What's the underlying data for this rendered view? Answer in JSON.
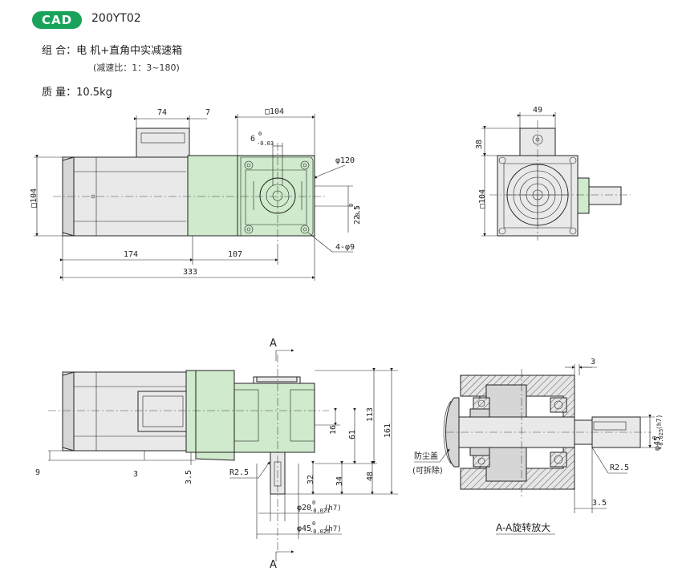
{
  "header": {
    "badge": "CAD",
    "model": "200YT02",
    "combination": "组 合：电 机+直角中实减速箱",
    "ratio": "(减速比：1：3~180)",
    "mass": "质 量：10.5kg"
  },
  "dims": {
    "d74": "74",
    "d7": "7",
    "sq104_top": "□104",
    "d6": "6",
    "tol6_up": "0",
    "tol6_dn": "-0.03",
    "phi120": "φ120",
    "d22": "22.5",
    "tol22_up": "0",
    "tol22_dn": "-0.1",
    "holes": "4-φ9",
    "sq104_left": "□104",
    "d174": "174",
    "d107": "107",
    "d333": "333",
    "d49": "49",
    "d38": "38",
    "sq104_side": "□104",
    "sec_a_top": "A",
    "sec_a_bot": "A",
    "d113": "113",
    "d161": "161",
    "d16": "16",
    "d61": "61",
    "d9": "9",
    "d3": "3",
    "d35": "3.5",
    "r25": "R2.5",
    "d32": "32",
    "d34": "34",
    "d48": "48",
    "phi20": "φ20",
    "phi20_up": "0",
    "phi20_dn": "-0.021",
    "phi20_fit": "(h7)",
    "phi45": "φ45",
    "phi45_up": "0",
    "phi45_dn": "-0.025",
    "phi45_fit": "(h7)",
    "sec_d3": "3",
    "sec_phi45": "φ45",
    "sec_phi45_up": "0",
    "sec_phi45_dn": "-0.025",
    "sec_phi45_fit": "(h7)",
    "dust_cover_1": "防尘盖",
    "dust_cover_2": "(可拆除)",
    "sec_r25": "R2.5",
    "sec_d35": "3.5",
    "section_title": "A-A旋转放大"
  }
}
